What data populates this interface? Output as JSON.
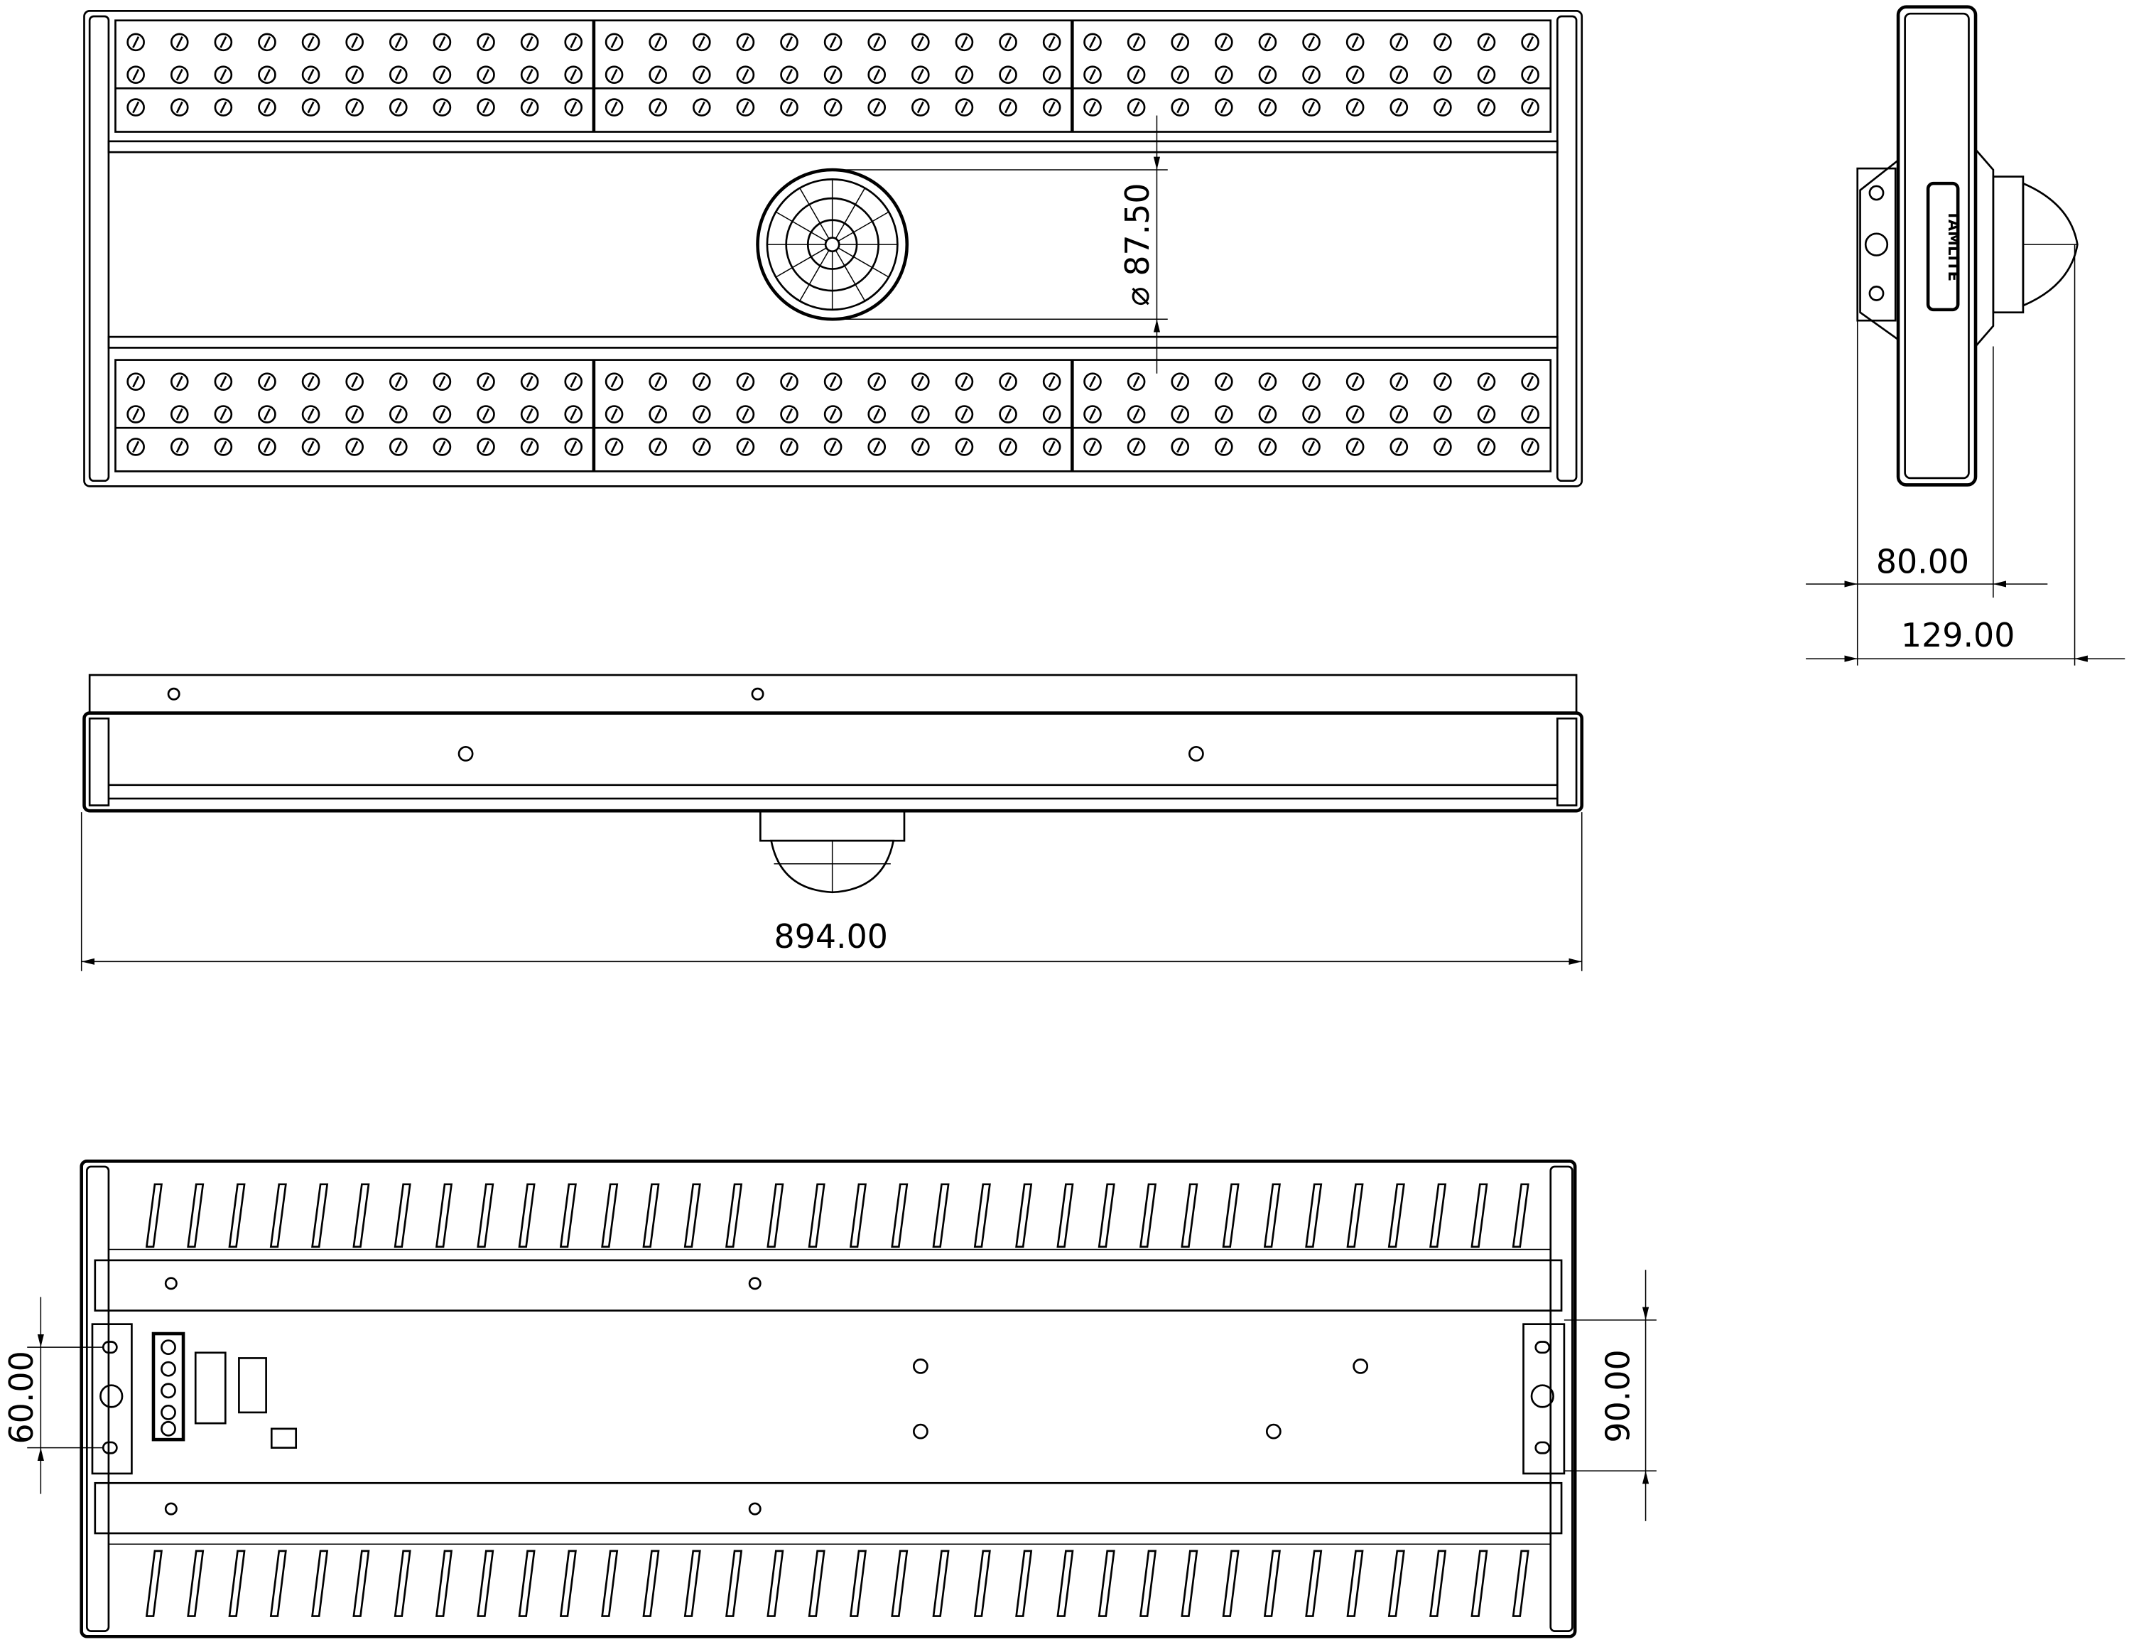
{
  "title": "Luminaire dimensional drawing",
  "brand_logo": "TAMLITE",
  "dimensions": {
    "sensor_diameter": "⌀ 87.50",
    "depth_body": "80.00",
    "depth_total": "129.00",
    "length": "894.00",
    "bracket_hole_spacing": "60.00",
    "bracket_width": "90.00"
  },
  "views": [
    "top-view",
    "side-view",
    "front-view",
    "bottom-view"
  ],
  "led_modules_per_strip": 3,
  "led_columns_per_module": 11,
  "led_rows_per_module": 3
}
